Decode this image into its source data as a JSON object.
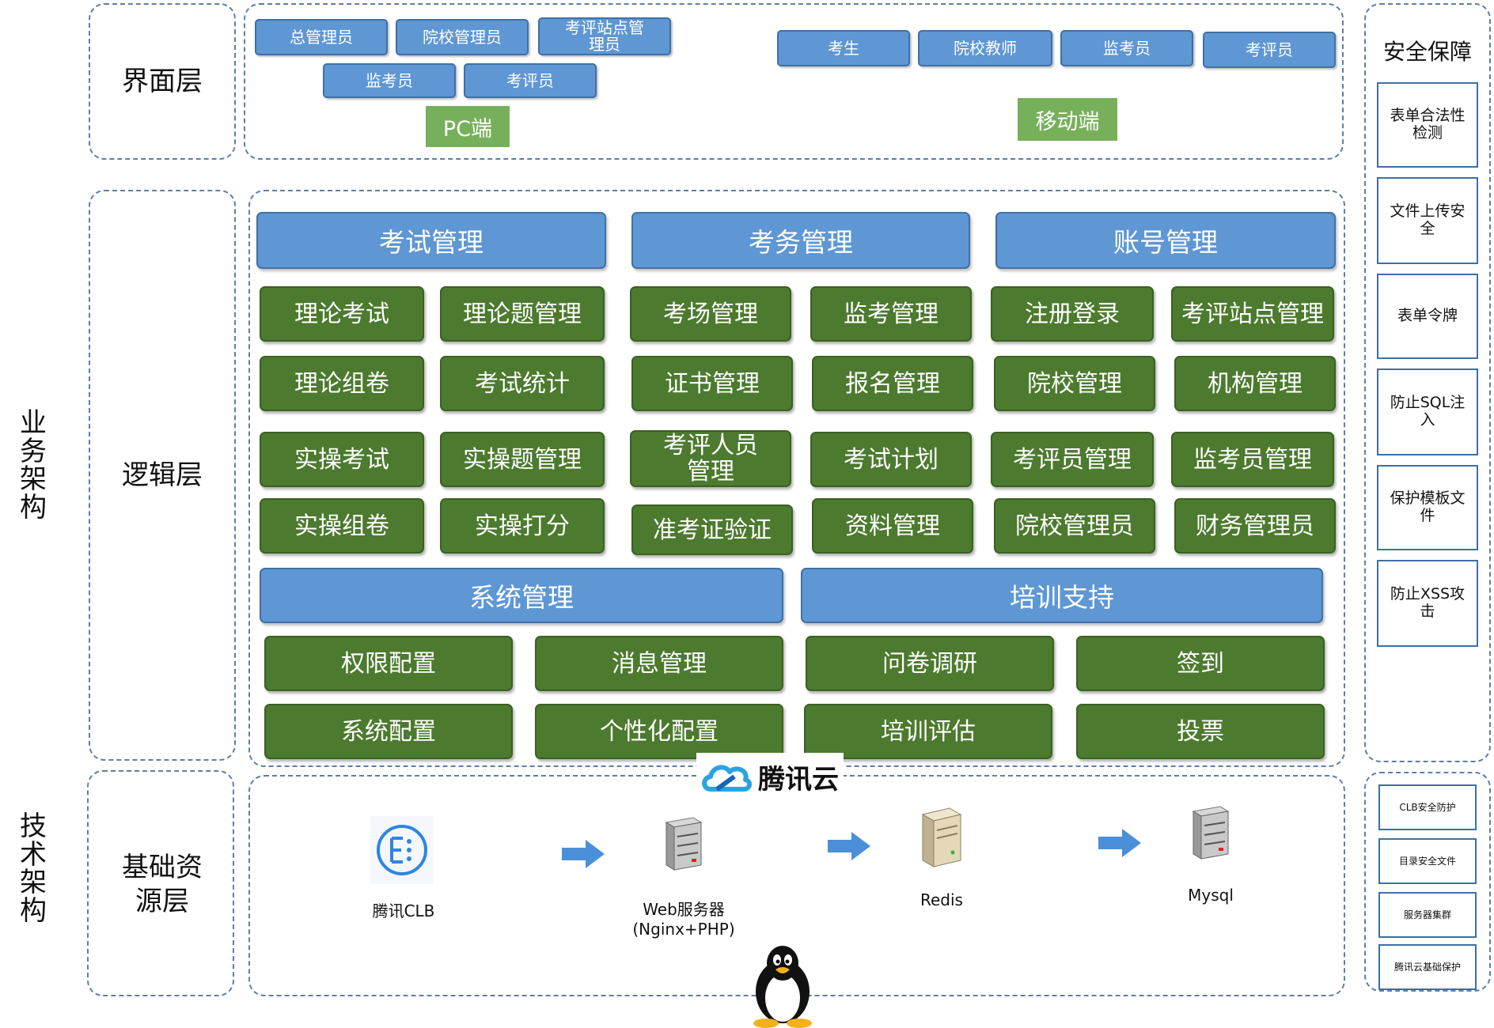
{
  "side_labels": {
    "business": [
      "业",
      "务",
      "架",
      "构"
    ],
    "tech": [
      "技",
      "术",
      "架",
      "构"
    ]
  },
  "layers": {
    "ui": "界面层",
    "logic": "逻辑层",
    "infra": "基础资源层"
  },
  "ui_layer": {
    "pc_roles": [
      "总管理员",
      "院校管理员",
      "考评站点管理员",
      "监考员",
      "考评员"
    ],
    "pc_label": "PC端",
    "mobile_roles": [
      "考生",
      "院校教师",
      "监考员",
      "考评员"
    ],
    "mobile_label": "移动端"
  },
  "logic_layer": {
    "headers": [
      "考试管理",
      "考务管理",
      "账号管理"
    ],
    "modules": [
      [
        "理论考试",
        "理论题管理",
        "考场管理",
        "监考管理",
        "注册登录",
        "考评站点管理"
      ],
      [
        "理论组卷",
        "考试统计",
        "证书管理",
        "报名管理",
        "院校管理",
        "机构管理"
      ],
      [
        "实操考试",
        "实操题管理",
        "考评人员管理",
        "考试计划",
        "考评员管理",
        "监考员管理"
      ],
      [
        "实操组卷",
        "实操打分",
        "准考证验证",
        "资料管理",
        "院校管理员",
        "财务管理员"
      ]
    ],
    "bottom_headers": [
      "系统管理",
      "培训支持"
    ],
    "bottom_modules": [
      [
        "权限配置",
        "消息管理",
        "问卷调研",
        "签到"
      ],
      [
        "系统配置",
        "个性化配置",
        "培训评估",
        "投票"
      ]
    ]
  },
  "security": {
    "title": "安全保障",
    "items": [
      "表单合法性检测",
      "文件上传安全",
      "表单令牌",
      "防止SQL注入",
      "保护模板文件",
      "防止XSS攻击"
    ],
    "infra_items": [
      "CLB安全防护",
      "目录安全文件",
      "服务器集群",
      "腾讯云基础保护"
    ]
  },
  "infra_layer": {
    "cloud_brand": "腾讯云",
    "nodes": [
      "腾讯CLB",
      "Web服务器\n(Nginx+PHP)",
      "Redis",
      "Mysql"
    ]
  },
  "colors": {
    "blue_box": "#5e97d4",
    "green_module": "#4c7a2e",
    "light_green": "#77b05a",
    "dashed_border": "#5d7fa6"
  }
}
